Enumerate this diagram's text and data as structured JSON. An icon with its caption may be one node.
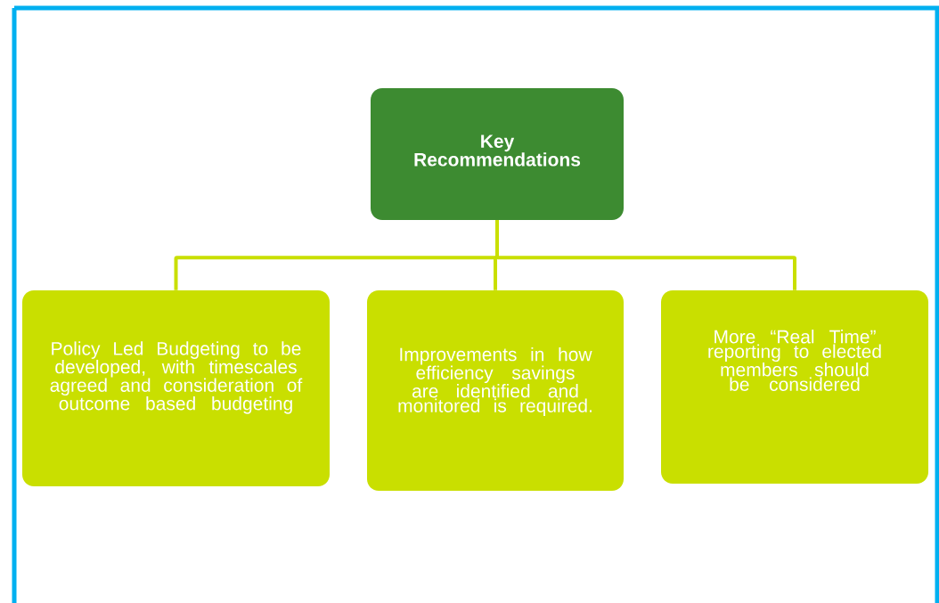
{
  "diagram": {
    "nodes": [
      {
        "text": [
          "Key Recommendations"
        ]
      },
      {
        "text": [
          "Policy Led Budgeting to be developed, with timescales agreed and consideration of outcome based budgeting"
        ]
      },
      {
        "text": [
          "Improvements in how efficiency savings are identified and monitored is required."
        ]
      },
      {
        "text": [
          "More “Real Time” reporting to elected members should be considered"
        ]
      }
    ],
    "edges": [
      {
        "from": 0,
        "to": 1,
        "arrow": "none"
      },
      {
        "from": 0,
        "to": 2,
        "arrow": "none"
      },
      {
        "from": 0,
        "to": 3,
        "arrow": "none"
      }
    ]
  }
}
